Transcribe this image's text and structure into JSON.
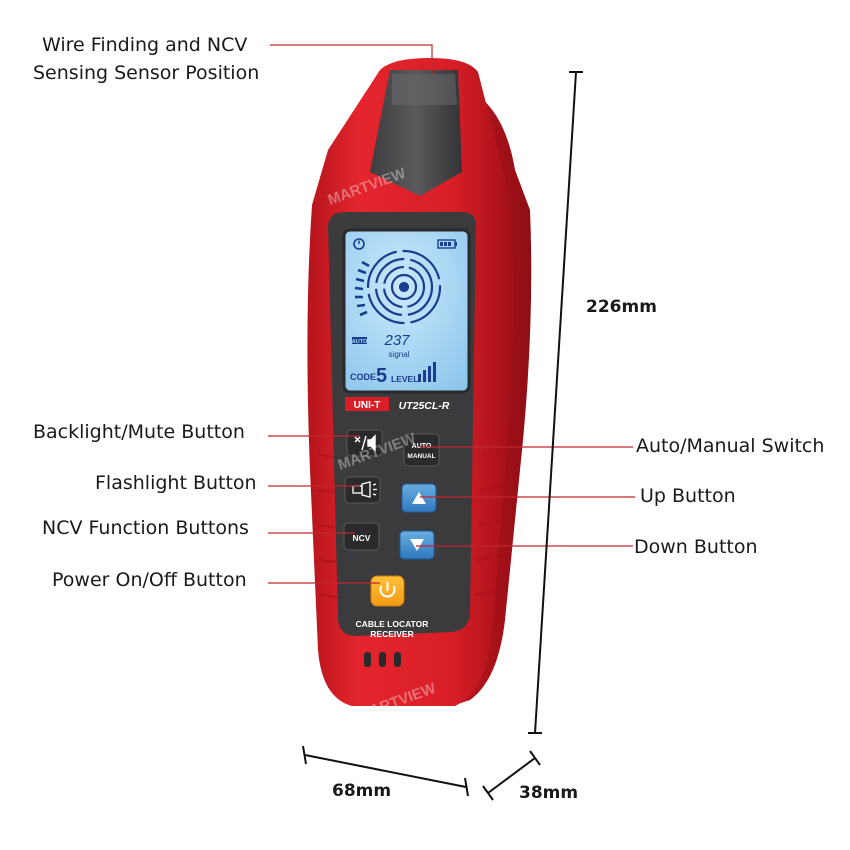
{
  "callouts": {
    "sensor_line1": "Wire Finding and NCV",
    "sensor_line2": "Sensing Sensor Position",
    "backlight": "Backlight/Mute Button",
    "flashlight": "Flashlight Button",
    "ncv": "NCV Function Buttons",
    "power": "Power On/Off Button",
    "auto_manual": "Auto/Manual Switch",
    "up": "Up Button",
    "down": "Down Button"
  },
  "dimensions": {
    "height": "226mm",
    "width": "68mm",
    "depth": "38mm"
  },
  "device": {
    "brand": "UNI-T",
    "model": "UT25CL-R",
    "caption_line1": "CABLE LOCATOR",
    "caption_line2": "RECEIVER",
    "body_color": "#e0202a",
    "panel_color": "#3a3a3c",
    "watermark": "MARTVIEW"
  },
  "lcd": {
    "reading": "237",
    "signal_label": "signal",
    "mode_badge": "AUTO",
    "code_label": "CODE",
    "code_value": "5",
    "level_label": "LEVEL",
    "backlight_color": "#a9d8f5"
  },
  "buttons": {
    "auto_line1": "AUTO",
    "auto_line2": "MANUAL",
    "ncv": "NCV"
  },
  "icons": [
    "timer-icon",
    "battery-icon",
    "mute-icon",
    "flashlight-icon",
    "up-arrow-icon",
    "down-arrow-icon",
    "power-icon"
  ]
}
